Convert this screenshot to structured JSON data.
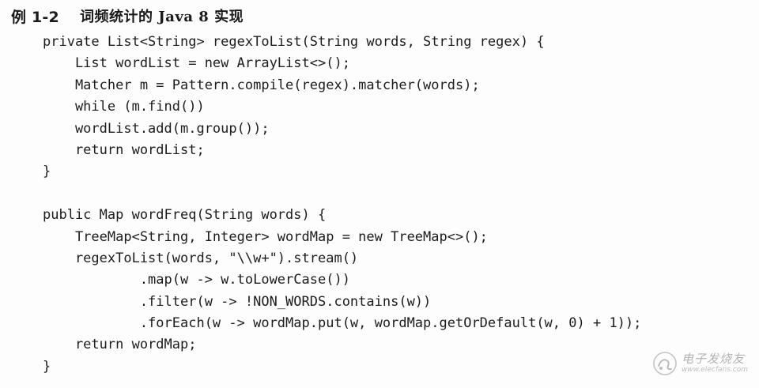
{
  "example": {
    "label": "例 1-2",
    "title": "词频统计的 Java 8 实现"
  },
  "code_lines": [
    "private List<String> regexToList(String words, String regex) {",
    "    List wordList = new ArrayList<>();",
    "    Matcher m = Pattern.compile(regex).matcher(words);",
    "    while (m.find())",
    "    wordList.add(m.group());",
    "    return wordList;",
    "}",
    "",
    "public Map wordFreq(String words) {",
    "    TreeMap<String, Integer> wordMap = new TreeMap<>();",
    "    regexToList(words, \"\\\\w+\").stream()",
    "            .map(w -> w.toLowerCase())",
    "            .filter(w -> !NON_WORDS.contains(w))",
    "            .forEach(w -> wordMap.put(w, wordMap.getOrDefault(w, 0) + 1));",
    "    return wordMap;",
    "}"
  ],
  "watermark": {
    "name": "电子发烧友",
    "url": "www.elecfans.com",
    "icon": "elecfans-logo-icon"
  }
}
